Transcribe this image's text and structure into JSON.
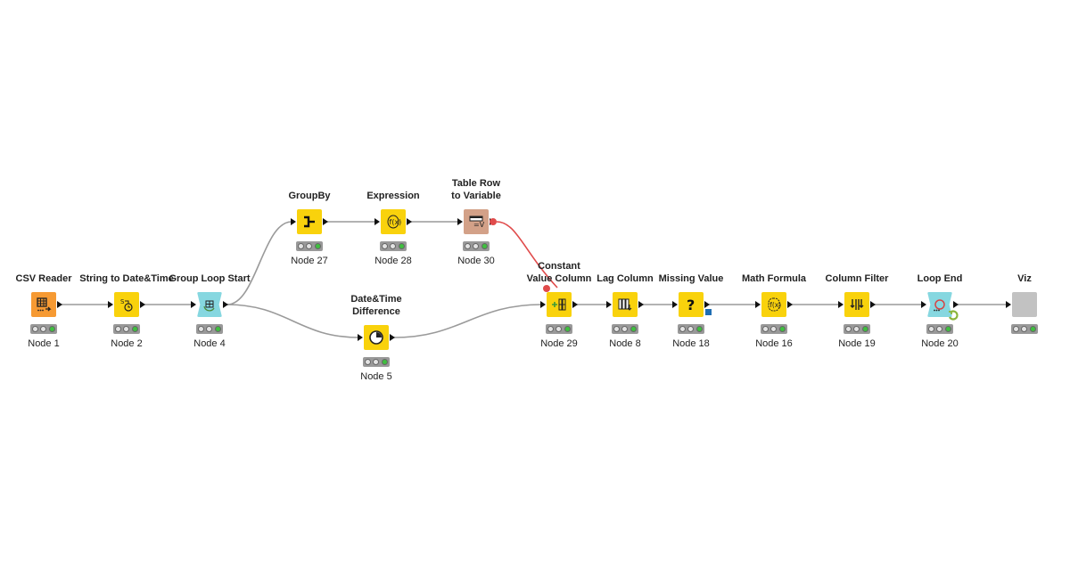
{
  "colors": {
    "manipulator": "#f9d20c",
    "reader": "#f69a33",
    "loop": "#86d7e0",
    "flowvar": "#d3a188",
    "viz": "#c2c2c2",
    "connection": "#9a9a9a",
    "variable_connection": "#e04b4b",
    "light_off": "#e3e3e3",
    "light_green": "#3fbf3f"
  },
  "nodes": [
    {
      "id": "csv-reader",
      "title": "CSV Reader",
      "label": "Node 1",
      "type": "reader",
      "icon": "table-icon",
      "state": "green"
    },
    {
      "id": "string-to-datetime",
      "title": "String to Date&Time",
      "label": "Node 2",
      "type": "manipulator",
      "icon": "string-clock-icon",
      "state": "green"
    },
    {
      "id": "group-loop-start",
      "title": "Group Loop Start",
      "label": "Node 4",
      "type": "loop",
      "icon": "loop-start-icon",
      "state": "green"
    },
    {
      "id": "groupby",
      "title": "GroupBy",
      "label": "Node 27",
      "type": "manipulator",
      "icon": "groupby-icon",
      "state": "green"
    },
    {
      "id": "expression",
      "title": "Expression",
      "label": "Node 28",
      "type": "manipulator",
      "icon": "expression-icon",
      "state": "green"
    },
    {
      "id": "table-row-to-variable",
      "title": "Table Row\nto Variable",
      "label": "Node 30",
      "type": "flowvar",
      "icon": "row-to-variable-icon",
      "state": "green"
    },
    {
      "id": "datetime-difference",
      "title": "Date&Time\nDifference",
      "label": "Node 5",
      "type": "manipulator",
      "icon": "clock-icon",
      "state": "green"
    },
    {
      "id": "constant-value-column",
      "title": "Constant\nValue Column",
      "label": "Node 29",
      "type": "manipulator",
      "icon": "constant-column-icon",
      "state": "green"
    },
    {
      "id": "lag-column",
      "title": "Lag Column",
      "label": "Node 8",
      "type": "manipulator",
      "icon": "lag-column-icon",
      "state": "green"
    },
    {
      "id": "missing-value",
      "title": "Missing Value",
      "label": "Node 18",
      "type": "manipulator",
      "icon": "question-icon",
      "state": "green"
    },
    {
      "id": "math-formula",
      "title": "Math Formula",
      "label": "Node 16",
      "type": "manipulator",
      "icon": "math-formula-icon",
      "state": "green"
    },
    {
      "id": "column-filter",
      "title": "Column Filter",
      "label": "Node 19",
      "type": "manipulator",
      "icon": "column-filter-icon",
      "state": "green"
    },
    {
      "id": "loop-end",
      "title": "Loop End",
      "label": "Node 20",
      "type": "loop",
      "icon": "loop-end-icon",
      "state": "green"
    },
    {
      "id": "viz",
      "title": "Viz",
      "label": "",
      "type": "viz",
      "icon": "",
      "state": "green"
    }
  ],
  "connections": [
    {
      "from": "csv-reader",
      "to": "string-to-datetime",
      "kind": "data"
    },
    {
      "from": "string-to-datetime",
      "to": "group-loop-start",
      "kind": "data"
    },
    {
      "from": "group-loop-start",
      "to": "groupby",
      "kind": "data"
    },
    {
      "from": "group-loop-start",
      "to": "datetime-difference",
      "kind": "data"
    },
    {
      "from": "groupby",
      "to": "expression",
      "kind": "data"
    },
    {
      "from": "expression",
      "to": "table-row-to-variable",
      "kind": "data"
    },
    {
      "from": "table-row-to-variable",
      "to": "constant-value-column",
      "kind": "variable"
    },
    {
      "from": "datetime-difference",
      "to": "constant-value-column",
      "kind": "data"
    },
    {
      "from": "constant-value-column",
      "to": "lag-column",
      "kind": "data"
    },
    {
      "from": "lag-column",
      "to": "missing-value",
      "kind": "data"
    },
    {
      "from": "missing-value",
      "to": "math-formula",
      "kind": "data"
    },
    {
      "from": "math-formula",
      "to": "column-filter",
      "kind": "data"
    },
    {
      "from": "column-filter",
      "to": "loop-end",
      "kind": "data"
    },
    {
      "from": "loop-end",
      "to": "viz",
      "kind": "data"
    }
  ]
}
